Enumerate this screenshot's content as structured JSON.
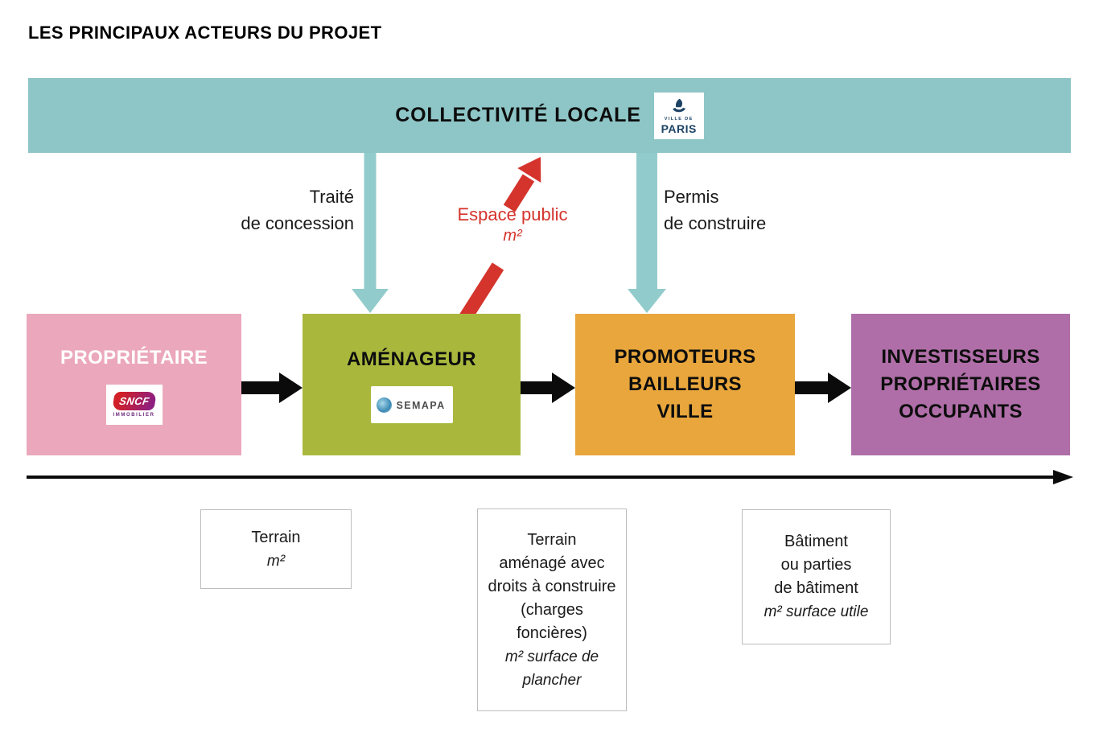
{
  "title": "LES PRINCIPAUX ACTEURS DU PROJET",
  "banner": {
    "label": "COLLECTIVITÉ LOCALE",
    "paris_logo": {
      "ville_de": "VILLE DE",
      "paris": "PARIS"
    }
  },
  "flow_labels": {
    "concession": {
      "line1": "Traité",
      "line2": "de concession"
    },
    "espace_public": {
      "line1": "Espace public",
      "line2": "m²"
    },
    "permis": {
      "line1": "Permis",
      "line2": "de construire"
    }
  },
  "actors": [
    {
      "id": "proprietaire",
      "label": "PROPRIÉTAIRE",
      "logo_main": "SNCF",
      "logo_sub": "IMMOBILIER",
      "color": "#eba8bc"
    },
    {
      "id": "amenageur",
      "label": "AMÉNAGEUR",
      "logo_main": "SEMAPA",
      "color": "#a9b83d"
    },
    {
      "id": "promoteurs",
      "line1": "PROMOTEURS",
      "line2": "BAILLEURS",
      "line3": "VILLE",
      "color": "#e8a63c"
    },
    {
      "id": "investisseurs",
      "line1": "INVESTISSEURS",
      "line2": "PROPRIÉTAIRES",
      "line3": "OCCUPANTS",
      "color": "#af6ea8"
    }
  ],
  "deliverables": [
    {
      "line1": "Terrain",
      "unit1": "m²"
    },
    {
      "line1": "Terrain",
      "line2": "aménagé avec",
      "line3": "droits à construire",
      "line4": "(charges",
      "line5": "foncières)",
      "unit1": "m² surface de",
      "unit2": "plancher"
    },
    {
      "line1": "Bâtiment",
      "line2": "ou parties",
      "line3": "de bâtiment",
      "unit1": "m² surface utile"
    }
  ],
  "colors": {
    "banner_teal": "#8ec5c6",
    "arrow_teal": "#92cbcb",
    "red": "#d4342c",
    "pink": "#eba8bc",
    "green": "#a9b83d",
    "orange": "#e8a63c",
    "purple": "#af6ea8",
    "black_arrow": "#0b0b0b",
    "paris_navy": "#1d4365",
    "sncf_red": "#d22028",
    "sncf_purple": "#8e1f7f"
  }
}
